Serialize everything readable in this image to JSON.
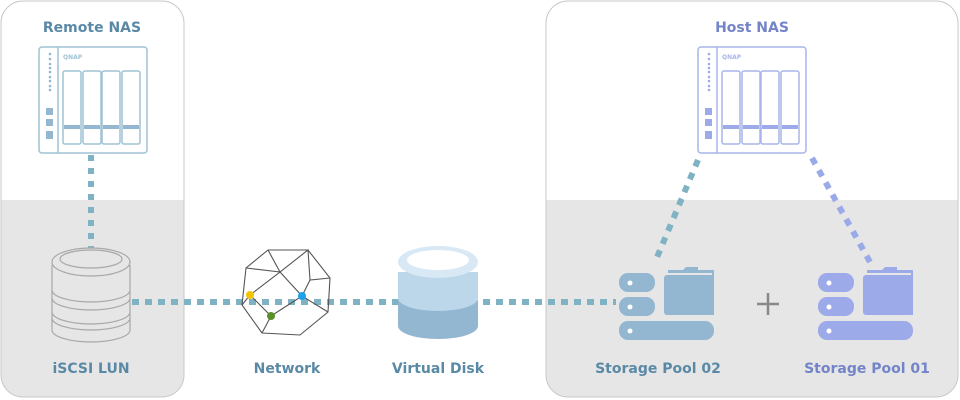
{
  "labels": {
    "remote_nas": "Remote NAS",
    "host_nas": "Host NAS",
    "iscsi_lun": "iSCSI LUN",
    "network": "Network",
    "virtual_disk": "Virtual Disk",
    "storage_pool_02": "Storage Pool 02",
    "storage_pool_01": "Storage Pool 01",
    "plus": "+",
    "nas_brand": "QNAP"
  },
  "colors": {
    "teal_text": "#5a89a6",
    "blue_text": "#7384c8",
    "teal_dash": "#7fb2c3",
    "blue_dash": "#9aa9e8",
    "pool02": "#93b6d1",
    "pool01": "#9caaea",
    "band": "#e6e6e6"
  }
}
